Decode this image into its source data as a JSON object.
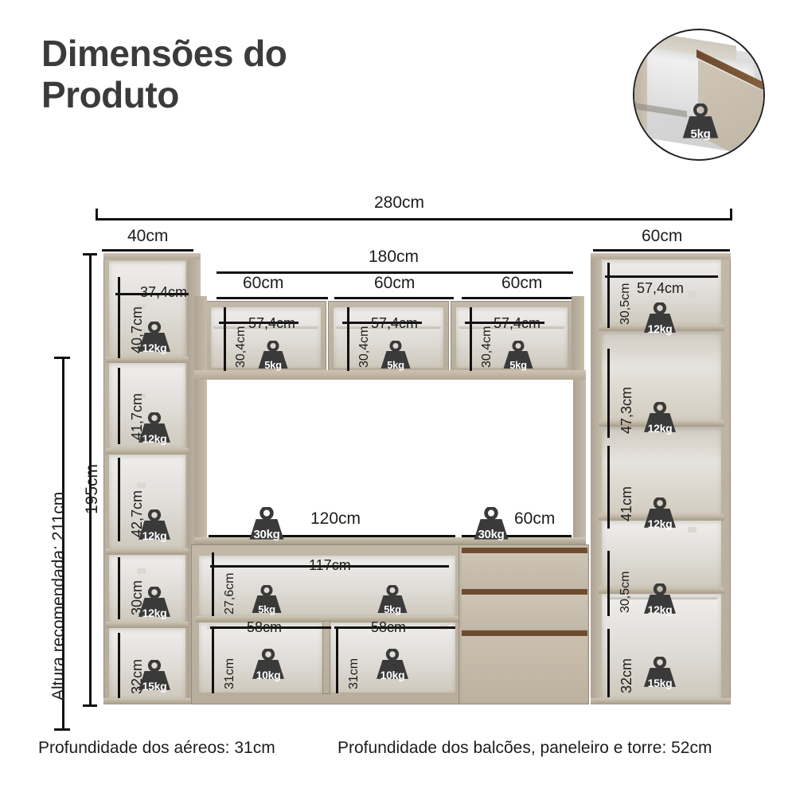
{
  "header": {
    "title_line1": "Dimensões do",
    "title_line2": "Produto"
  },
  "drawer_photo": {
    "badge": "5kg",
    "icon": "drawer-photo"
  },
  "overall": {
    "total_width": "280cm",
    "recommended_height": "Altura recomendada: 211cm",
    "product_height": "195cm"
  },
  "top_dimensions": {
    "left_tower": "40cm",
    "center": "180cm",
    "right_tower": "60cm",
    "center_modules": [
      "60cm",
      "60cm",
      "60cm"
    ]
  },
  "left_tower": {
    "width_label": "37,4cm",
    "shelves": [
      {
        "height": "40,7cm",
        "load": "12kg"
      },
      {
        "height": "41,7cm",
        "load": "12kg"
      },
      {
        "height": "42,7cm",
        "load": "12kg"
      },
      {
        "height": "30cm",
        "load": "12kg"
      },
      {
        "height": "32cm",
        "load": "15kg"
      }
    ]
  },
  "upper_cabinets": [
    {
      "width": "57,4cm",
      "height": "30,4cm",
      "load": "5kg"
    },
    {
      "width": "57,4cm",
      "height": "30,4cm",
      "load": "5kg"
    },
    {
      "width": "57,4cm",
      "height": "30,4cm",
      "load": "5kg"
    }
  ],
  "center_counter": {
    "tv_span": "120cm",
    "tv_load": "30kg",
    "right_span": "60cm",
    "right_load": "30kg"
  },
  "center_lower": {
    "niche": {
      "width": "117cm",
      "height": "27,6cm",
      "load_left": "5kg",
      "load_right": "5kg"
    },
    "compartments": [
      {
        "width": "58cm",
        "height": "31cm",
        "load": "10kg"
      },
      {
        "width": "58cm",
        "height": "31cm",
        "load": "10kg"
      }
    ]
  },
  "right_tower": {
    "width_label": "57,4cm",
    "shelves": [
      {
        "height": "30,5cm",
        "load": "12kg"
      },
      {
        "height": "47,3cm",
        "load": "12kg"
      },
      {
        "height": "41cm",
        "load": "12kg"
      },
      {
        "height": "30,5cm",
        "load": "12kg"
      },
      {
        "height": "32cm",
        "load": "15kg"
      }
    ]
  },
  "footer": {
    "depth_aereos": "Profundidade dos aéreos: 31cm",
    "depth_balcoes": "Profundidade dos balcões, paneleiro e torre: 52cm"
  },
  "colors": {
    "text": "#1d1d1d",
    "title": "#3b3b3b",
    "badge": "#3a3a3a",
    "wood": "#b7ad9c",
    "wood_dark": "#6f4c30",
    "line": "#111111"
  }
}
